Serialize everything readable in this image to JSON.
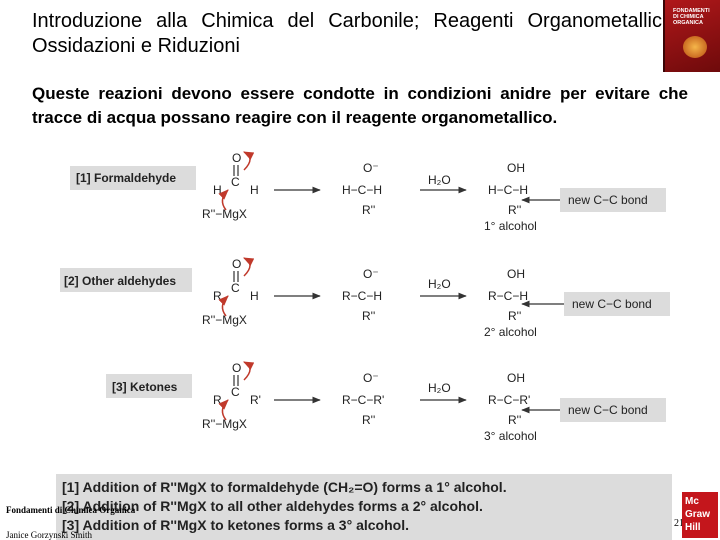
{
  "title": "Introduzione alla Chimica del Carbonile; Reagenti Organometallici; Ossidazioni e Riduzioni",
  "book_cover": {
    "line1": "FONDAMENTI",
    "line2": "DI CHIMICA",
    "line3": "ORGANICA"
  },
  "intro_text": "Queste reazioni devono essere condotte in condizioni anidre per evitare che tracce di acqua possano reagire con il reagente organometallico.",
  "reagents": {
    "water": "H₂O",
    "grignard": "R''−MgX",
    "new_bond": "new C−C bond"
  },
  "rows": [
    {
      "label": "[1]  Formaldehyde",
      "left_sub": "H",
      "right_sub": "H",
      "int_left": "H−C−H",
      "prod_left": "H−C−H",
      "product": "1° alcohol"
    },
    {
      "label": "[2]  Other aldehydes",
      "left_sub": "R",
      "right_sub": "H",
      "int_left": "R−C−H",
      "prod_left": "R−C−H",
      "product": "2° alcohol"
    },
    {
      "label": "[3]  Ketones",
      "left_sub": "R",
      "right_sub": "R'",
      "int_left": "R−C−R'",
      "prod_left": "R−C−R'",
      "product": "3° alcohol"
    }
  ],
  "summary": [
    "[1]  Addition of R''MgX to formaldehyde (CH₂=O) forms a 1° alcohol.",
    "[2]  Addition of R''MgX to all other aldehydes forms a 2° alcohol.",
    "[3]  Addition of R''MgX to ketones forms a 3° alcohol."
  ],
  "footer": {
    "line1": "Fondamenti di Chimica Organica",
    "line2": "Janice Gorzynski Smith",
    "page": "21",
    "publisher": "Mc Graw Hill"
  }
}
